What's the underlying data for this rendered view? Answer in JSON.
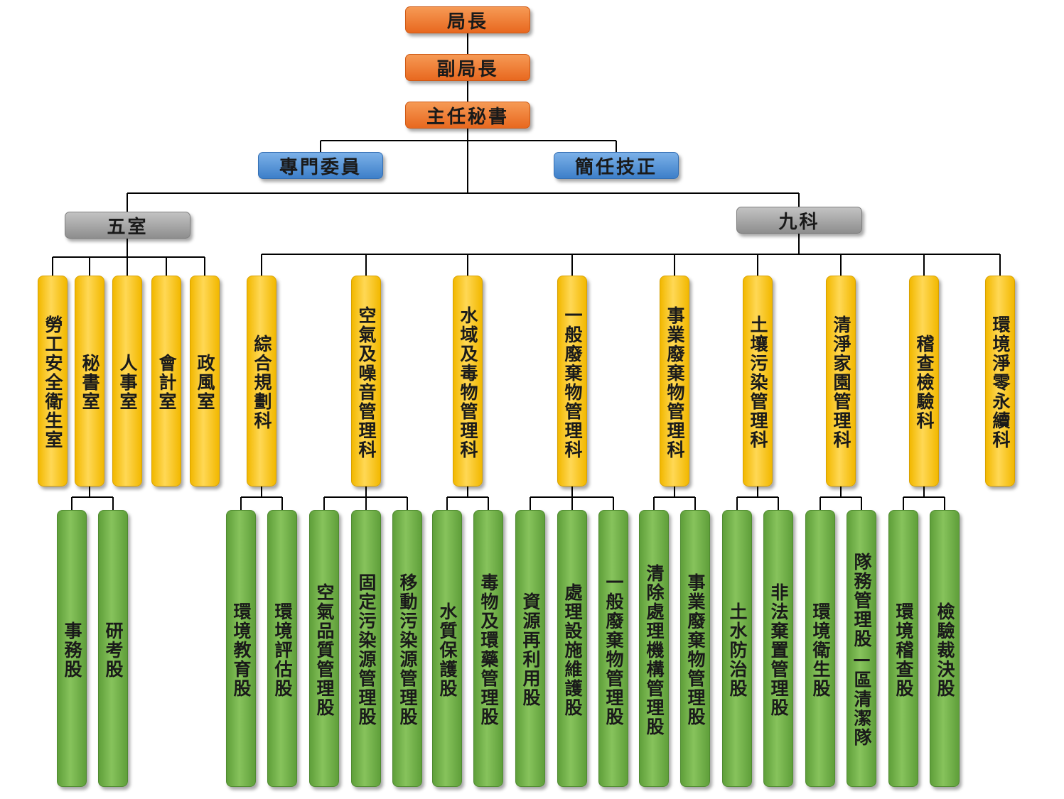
{
  "director": "局長",
  "deputy_director": "副局長",
  "chief_secretary": "主任秘書",
  "staff": [
    "專門委員",
    "簡任技正"
  ],
  "offices": {
    "label": "五室",
    "units": [
      {
        "name": "勞工安全衛生室",
        "sections": []
      },
      {
        "name": "秘書室",
        "sections": [
          "事務股",
          "研考股"
        ]
      },
      {
        "name": "人事室",
        "sections": []
      },
      {
        "name": "會計室",
        "sections": []
      },
      {
        "name": "政風室",
        "sections": []
      }
    ]
  },
  "divisions": {
    "label": "九科",
    "units": [
      {
        "name": "綜合規劃科",
        "sections": [
          "環境教育股",
          "環境評估股"
        ]
      },
      {
        "name": "空氣及噪音管理科",
        "sections": [
          "空氣品質管理股",
          "固定污染源管理股",
          "移動污染源管理股"
        ]
      },
      {
        "name": "水域及毒物管理科",
        "sections": [
          "水質保護股",
          "毒物及環藥管理股"
        ]
      },
      {
        "name": "一般廢棄物管理科",
        "sections": [
          "資源再利用股",
          "處理設施維護股",
          "一般廢棄物管理股"
        ]
      },
      {
        "name": "事業廢棄物管理科",
        "sections": [
          "清除處理機構管理股",
          "事業廢棄物管理股"
        ]
      },
      {
        "name": "土壤污染管理科",
        "sections": [
          "土水防治股",
          "非法棄置管理股"
        ]
      },
      {
        "name": "清淨家園管理科",
        "sections": [
          "環境衛生股",
          "隊務管理股—區清潔隊"
        ]
      },
      {
        "name": "稽查檢驗科",
        "sections": [
          "環境稽查股",
          "檢驗裁決股"
        ]
      },
      {
        "name": "環境淨零永續科",
        "sections": []
      }
    ]
  }
}
